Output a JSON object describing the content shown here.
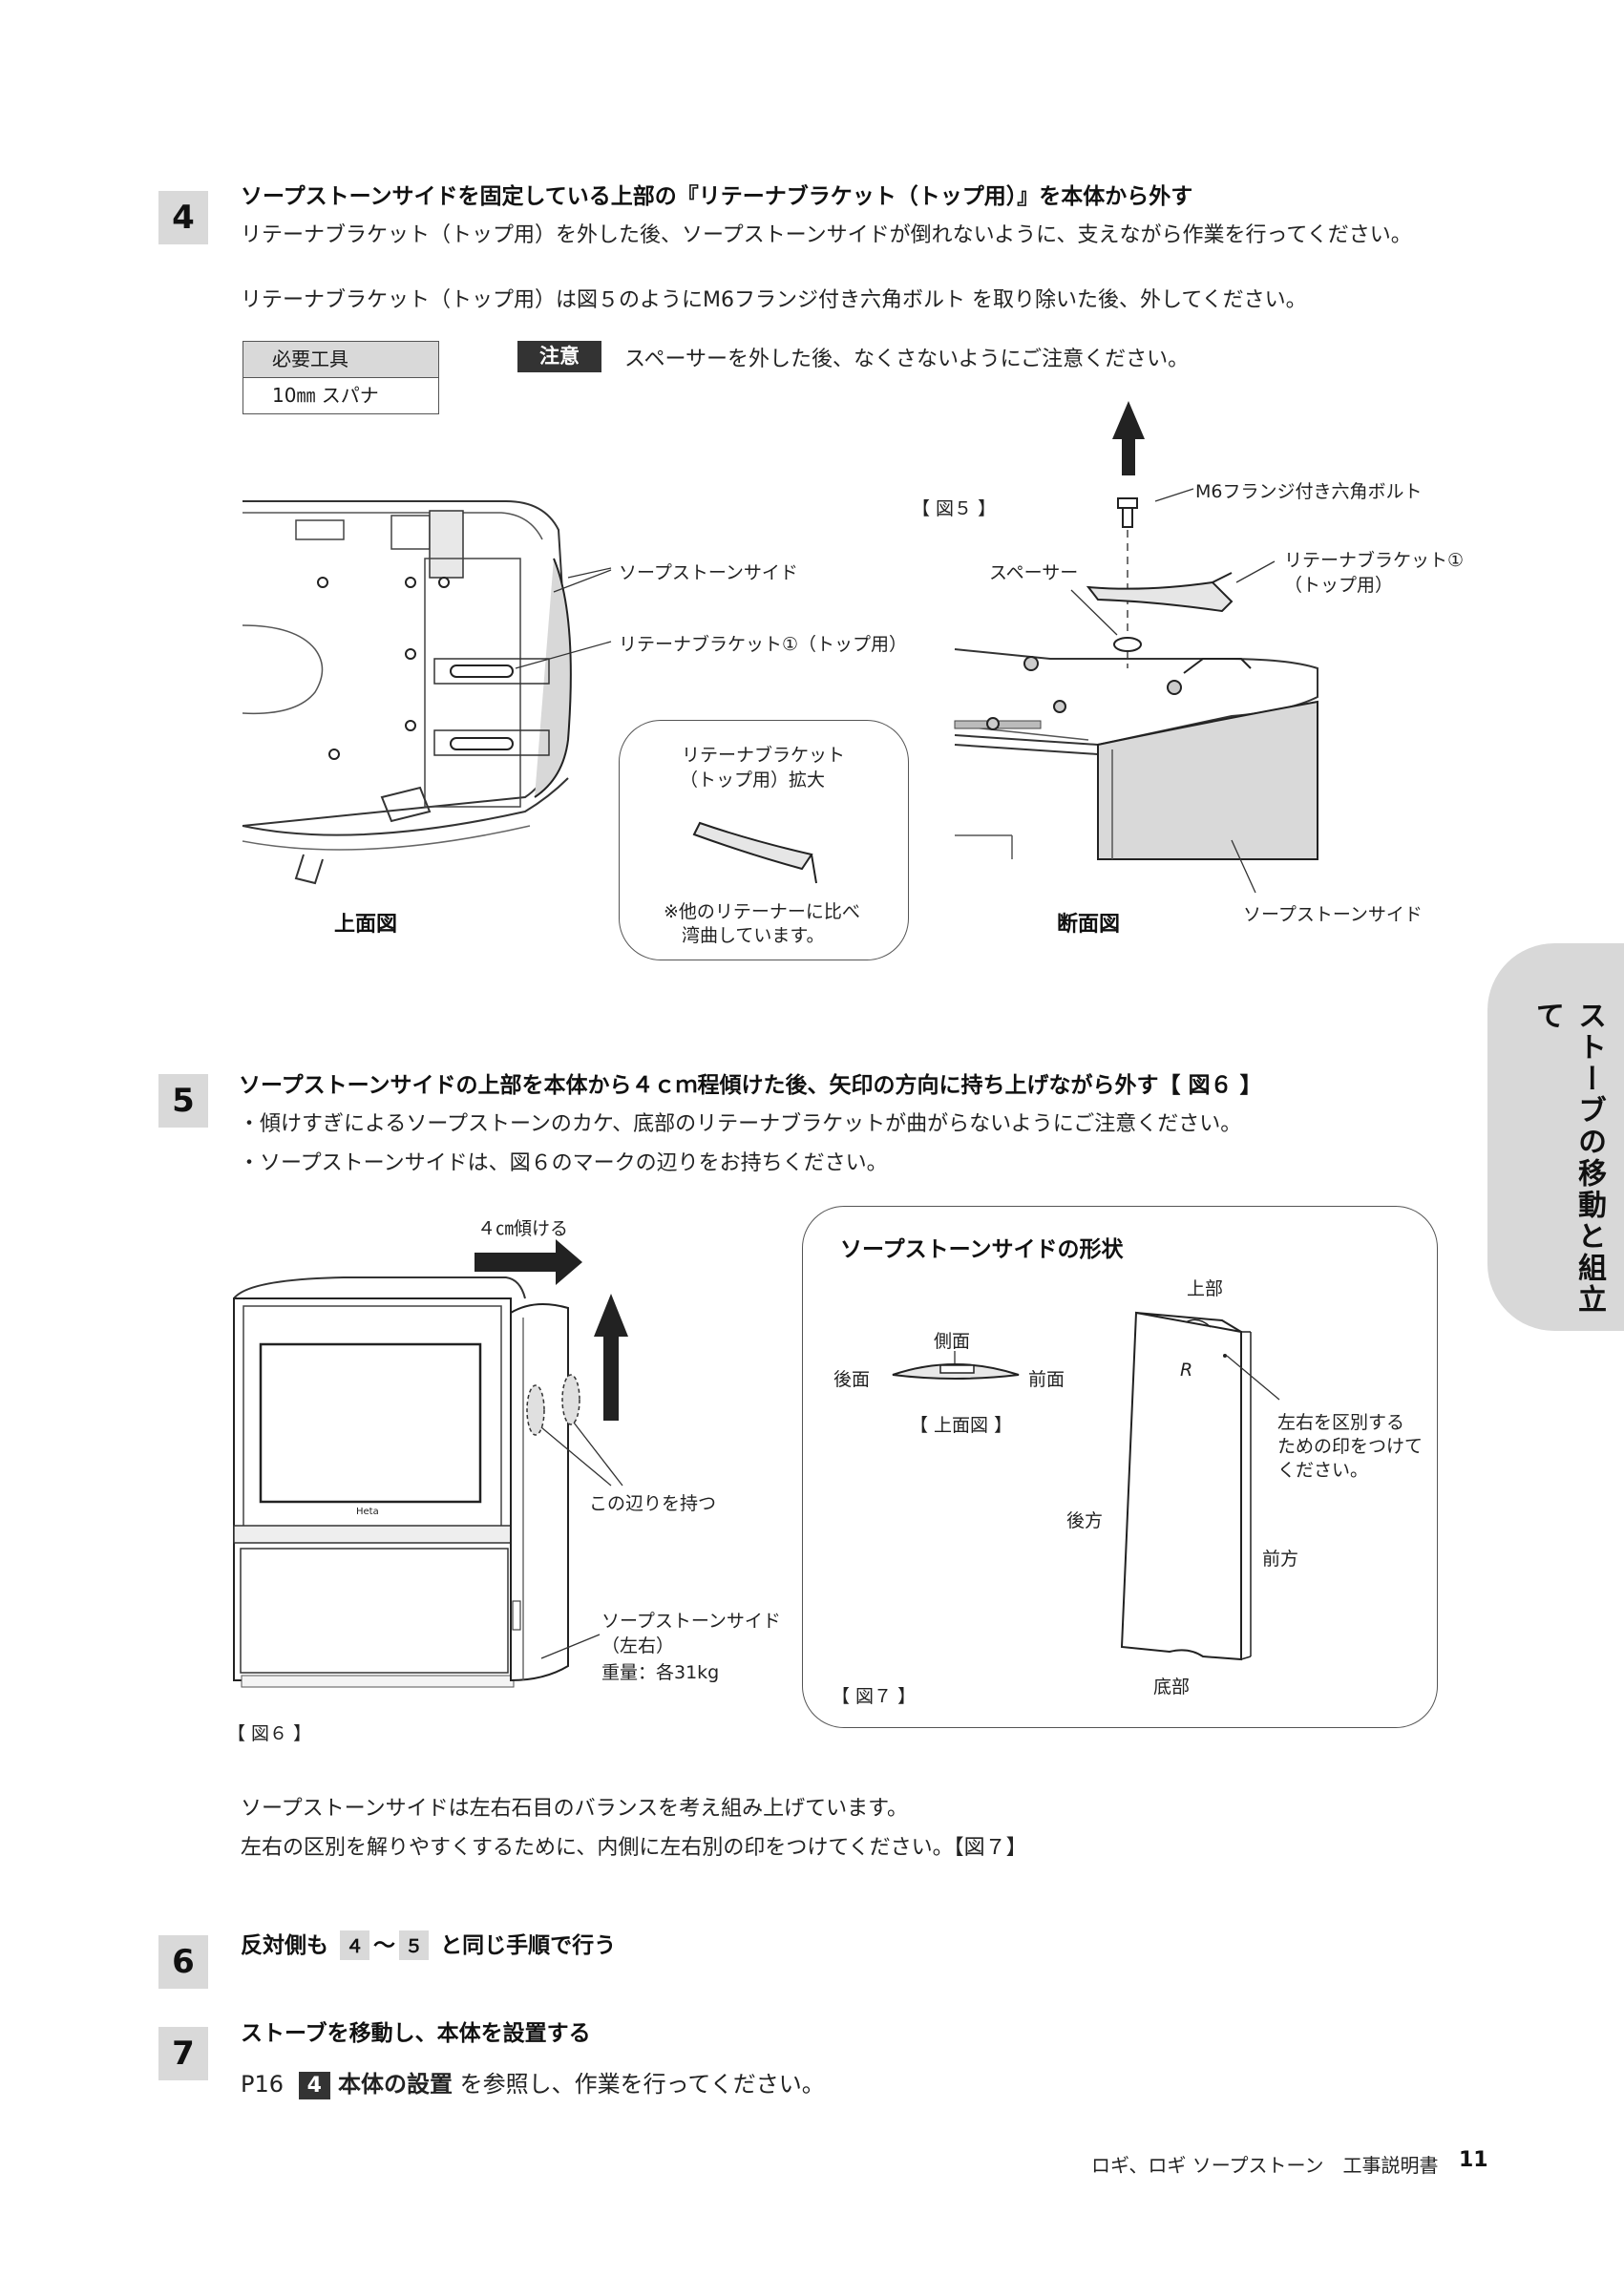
{
  "step4": {
    "num": "4",
    "heading": "ソープストーンサイドを固定している上部の『リテーナブラケット（トップ用）』を本体から外す",
    "line1": "リテーナブラケット（トップ用）を外した後、ソープストーンサイドが倒れないように、支えながら作業を行ってください。",
    "line2": "リテーナブラケット（トップ用）は図５のようにM6フランジ付き六角ボルト を取り除いた後、外してください。",
    "tools_header": "必要工具",
    "tools_item": "10㎜ スパナ",
    "notice_label": "注意",
    "notice_text": "スペーサーを外した後、なくさないようにご注意ください。"
  },
  "fig_top": {
    "label_side": "ソープストーンサイド",
    "label_bracket": "リテーナブラケット①（トップ用）",
    "caption": "上面図"
  },
  "zoom": {
    "title1": "リテーナブラケット",
    "title2": "（トップ用）拡大",
    "note1": "※他のリテーナーに比べ",
    "note2": "湾曲しています。"
  },
  "fig5": {
    "tag": "【 図５ 】",
    "bolt": "M6フランジ付き六角ボルト",
    "spacer": "スペーサー",
    "bracket1": "リテーナブラケット①",
    "bracket2": "（トップ用）",
    "side": "ソープストーンサイド",
    "caption": "断面図"
  },
  "step5": {
    "num": "5",
    "heading": "ソープストーンサイドの上部を本体から４ｃｍ程傾けた後、矢印の方向に持ち上げながら外す【 図６ 】",
    "bullet1": "・傾けすぎによるソープストーンのカケ、底部のリテーナブラケットが曲がらないようにご注意ください。",
    "bullet2": "・ソープストーンサイドは、図６のマークの辺りをお持ちください。"
  },
  "fig6": {
    "tilt": "４㎝傾ける",
    "hold": "この辺りを持つ",
    "side1": "ソープストーンサイド",
    "side2": "（左右）",
    "weight": "重量：各31kg",
    "brand": "Heta",
    "tag": "【 図６ 】"
  },
  "fig7": {
    "title": "ソープストーンサイドの形状",
    "top": "上部",
    "side_face": "側面",
    "back_face": "後面",
    "front_face": "前面",
    "top_view": "【 上面図 】",
    "r_mark": "R",
    "mark1": "左右を区別する",
    "mark2": "ための印をつけて",
    "mark3": "ください。",
    "rear": "後方",
    "front": "前方",
    "bottom": "底部",
    "tag": "【 図７ 】"
  },
  "para": {
    "line1": "ソープストーンサイドは左右石目のバランスを考え組み上げています。",
    "line2": "左右の区別を解りやすくするために、内側に左右別の印をつけてください。【図７】"
  },
  "step6": {
    "num": "6",
    "pre": "反対側も",
    "chip_a": "４",
    "tilde": "～",
    "chip_b": "５",
    "post": "と同じ手順で行う"
  },
  "step7": {
    "num": "7",
    "heading": "ストーブを移動し、本体を設置する",
    "ref_page": "P16",
    "ref_chip": "4",
    "ref_title": "本体の設置",
    "ref_post": "を参照し、作業を行ってください。"
  },
  "side_tab": "ストーブの移動と組立て",
  "footer": {
    "title": "ロギ、ロギ ソープストーン　工事説明書",
    "page": "11"
  }
}
